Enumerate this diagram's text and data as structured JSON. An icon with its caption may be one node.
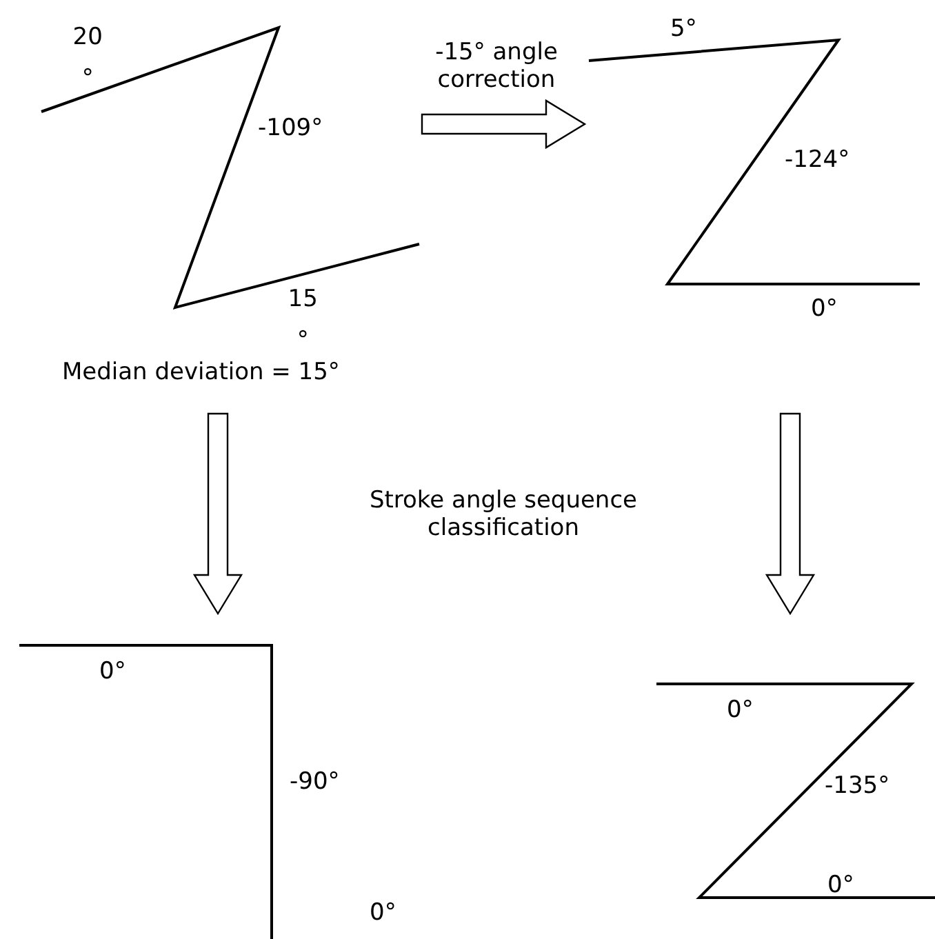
{
  "diagram": {
    "nodes": [
      {
        "text": [
          "20 °",
          "-109°",
          "15 °"
        ],
        "beside": [
          "Median deviation = 15°"
        ]
      },
      {
        "text": [
          "5°",
          "-124°",
          "0°"
        ]
      },
      {
        "text": [
          "0°",
          "-90°",
          "0°"
        ]
      },
      {
        "text": [
          "0°",
          "-135°",
          "0°"
        ]
      }
    ],
    "edges": [
      {
        "from": 0,
        "to": 1,
        "arrow": "to",
        "label": "-15° angle correction"
      },
      {
        "from": 0,
        "to": 2,
        "arrow": "to"
      },
      {
        "from": 1,
        "to": 3,
        "arrow": "to"
      }
    ],
    "labels": [
      "Stroke angle sequence classification"
    ]
  }
}
